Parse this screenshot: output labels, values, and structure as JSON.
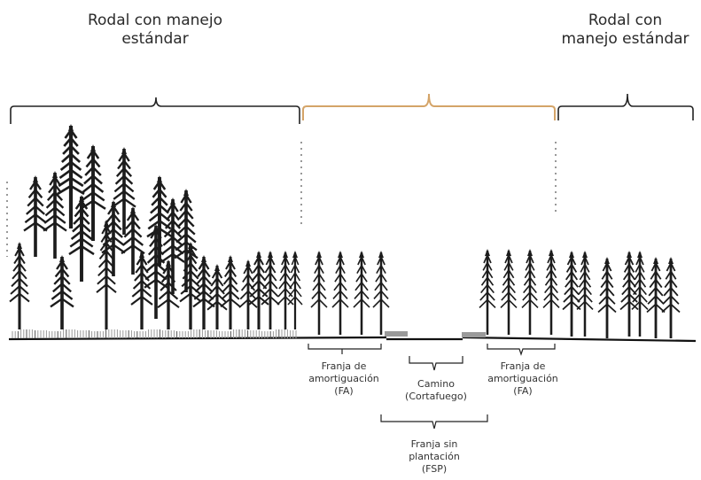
{
  "labels": {
    "left_stand": "Rodal con manejo\nestándar",
    "right_stand": "Rodal con\nmanejo estándar",
    "buffer_left": "Franja de\namortiguación\n(FA)",
    "road": "Camino\n(Cortafuego)",
    "buffer_right": "Franja de\namortiguación\n(FA)",
    "no_plant_strip": "Franja sin\nplantación\n(FSP)"
  },
  "colors": {
    "tree": "#1c1c1c",
    "bracket": "#222222",
    "middle_bracket": "#d4a468",
    "ground": "#111111",
    "grass": "#9a9a9a"
  }
}
